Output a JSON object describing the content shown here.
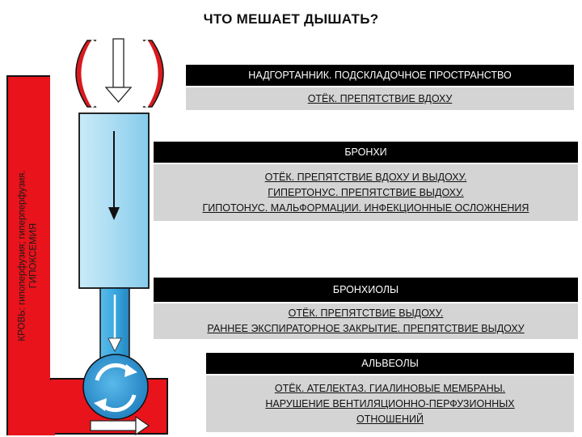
{
  "title": "ЧТО МЕШАЕТ ДЫШАТЬ?",
  "side_label": {
    "line1": "КРОВЬ: гипоперфузия; гиперперфузия.",
    "line2": "ГИПОКСЕМИЯ"
  },
  "sections": {
    "larynx": {
      "header": "НАДГОРТАННИК. ПОДСКЛАДОЧНОЕ ПРОСТРАНСТВО",
      "lines": [
        "ОТЁК. ПРЕПЯТСТВИЕ ВДОХУ"
      ]
    },
    "bronchi": {
      "header": "БРОНХИ",
      "lines": [
        "ОТЁК. ПРЕПЯТСТВИЕ ВДОХУ И ВЫДОХУ.",
        "ГИПЕРТОНУС. ПРЕПЯТСТВИЕ ВЫДОХУ.",
        "ГИПОТОНУС. МАЛЬФОРМАЦИИ. ИНФЕКЦИОННЫЕ ОСЛОЖНЕНИЯ"
      ]
    },
    "bronchioles": {
      "header": "БРОНХИОЛЫ",
      "lines": [
        "ОТЁК. ПРЕПЯТСТВИЕ ВЫДОХУ.",
        "РАННЕЕ ЭКСПИРАТОРНОЕ ЗАКРЫТИЕ. ПРЕПЯТСТВИЕ ВЫДОХУ"
      ]
    },
    "alveoli": {
      "header": "АЛЬВЕОЛЫ",
      "lines": [
        "ОТЁК. АТЕЛЕКТАЗ. ГИАЛИНОВЫЕ МЕМБРАНЫ.",
        "НАРУШЕНИЕ ВЕНТИЛЯЦИОННО-ПЕРФУЗИОННЫХ",
        "ОТНОШЕНИЙ"
      ]
    }
  },
  "colors": {
    "blood_red": "#e8131b",
    "airway_light_blue": "#a9dcf2",
    "airway_blue": "#3aa8e0",
    "alveolus_blue": "#2e9bd6",
    "header_black": "#000000",
    "panel_grey": "#d4d4d4"
  },
  "icons": [
    "epiglottis-bracket-icon",
    "airflow-arrow-icon",
    "circulation-cycle-icon"
  ]
}
